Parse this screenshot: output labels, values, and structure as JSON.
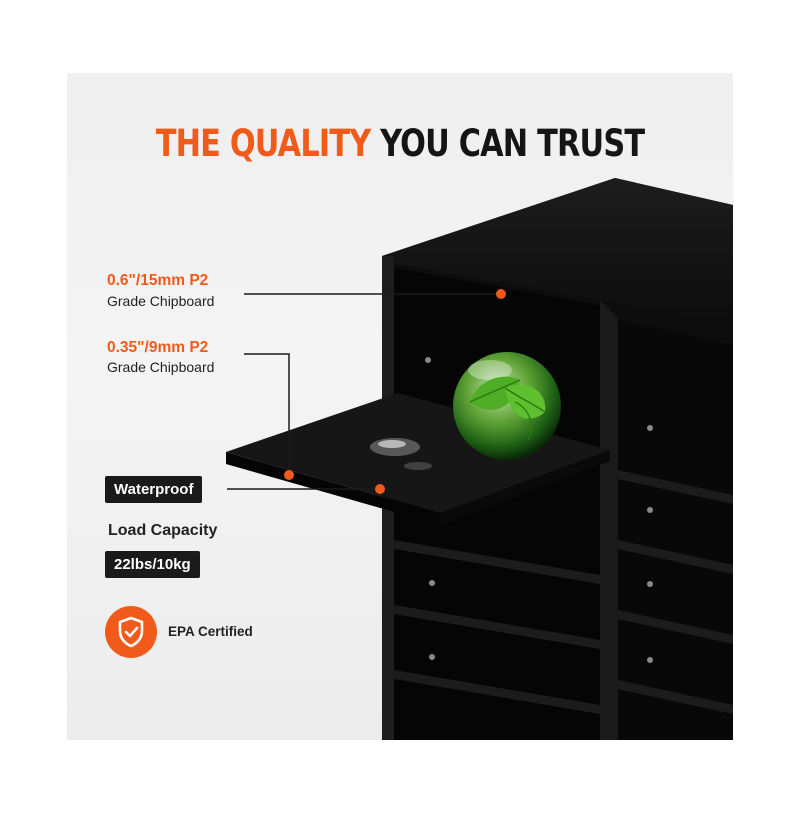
{
  "headline": {
    "accent": "THE QUALITY",
    "rest": "YOU CAN TRUST"
  },
  "specs": [
    {
      "title": "0.6\"/15mm P2",
      "subtitle": "Grade Chipboard"
    },
    {
      "title": "0.35\"/9mm P2",
      "subtitle": "Grade Chipboard"
    }
  ],
  "features": {
    "waterproof": "Waterproof",
    "load_label": "Load Capacity",
    "load_value": "22lbs/10kg",
    "certification": "EPA Certified"
  },
  "colors": {
    "accent": "#f05a1a",
    "cabinet": "#141414",
    "leaf": "#58b82c"
  },
  "icons": {
    "badge": "shield-check-icon"
  }
}
